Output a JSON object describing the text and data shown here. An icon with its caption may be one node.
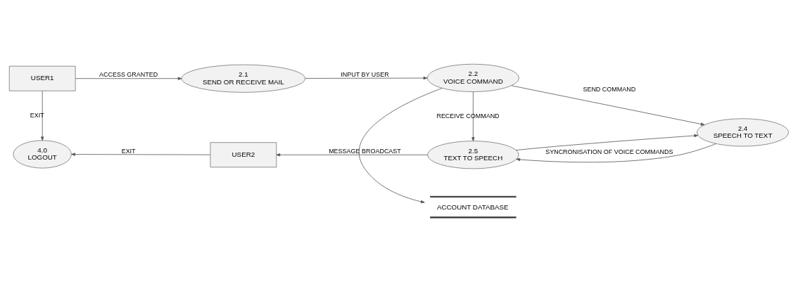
{
  "diagram": {
    "nodes": [
      {
        "text": [
          "USER1"
        ]
      },
      {
        "text": [
          "2.1",
          "SEND OR RECEIVE MAIL"
        ]
      },
      {
        "text": [
          "ACCOUNT DATABASE"
        ]
      },
      {
        "text": [
          "2.2",
          "VOICE COMMAND"
        ]
      },
      {
        "text": [
          "2.4",
          "SPEECH TO TEXT"
        ]
      },
      {
        "text": [
          "4.0",
          "LOGOUT"
        ]
      },
      {
        "text": [
          "USER2"
        ]
      },
      {
        "text": [
          "2.5",
          "TEXT TO SPEECH"
        ]
      }
    ],
    "edges": [
      {
        "from": 0,
        "to": 1,
        "arrow": "to",
        "label": "ACCESS GRANTED"
      },
      {
        "from": 1,
        "to": 3,
        "arrow": "to",
        "label": "INPUT BY USER"
      },
      {
        "from": 3,
        "to": 2,
        "arrow": "to"
      },
      {
        "from": 3,
        "to": 4,
        "arrow": "to",
        "label": "SEND COMMAND"
      },
      {
        "from": 0,
        "to": 5,
        "arrow": "to",
        "label": "EXIT"
      },
      {
        "from": 3,
        "to": 7,
        "arrow": "to",
        "label": "RECEIVE COMMAND"
      },
      {
        "from": 7,
        "to": 4,
        "arrow": "to"
      },
      {
        "from": 4,
        "to": 7,
        "arrow": "to",
        "label": "SYNCRONISATION OF VOICE COMMANDS"
      },
      {
        "from": 6,
        "to": 5,
        "arrow": "to",
        "label": "EXIT"
      },
      {
        "from": 7,
        "to": 6,
        "arrow": "to",
        "label": "MESSAGE BROADCAST"
      }
    ]
  }
}
